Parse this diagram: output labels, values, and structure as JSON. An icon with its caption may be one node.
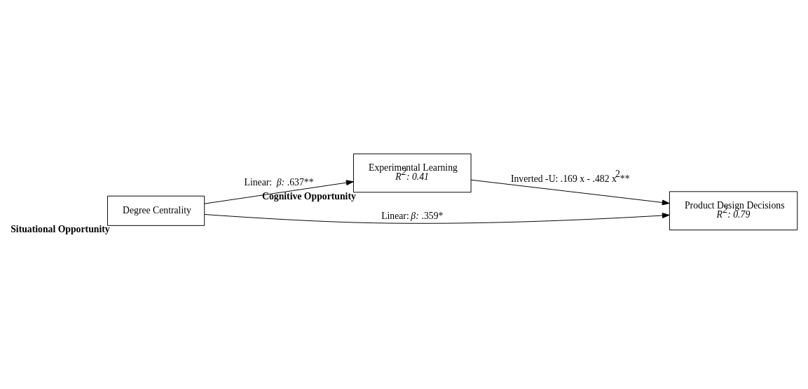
{
  "diagram": {
    "nodes": [
      {
        "text": [
          "Degree Centrality"
        ],
        "beside": [
          "Situational Opportunity"
        ]
      },
      {
        "text": [
          "Experimental Learning",
          "*R$^{2}$: 0.41*"
        ],
        "beside": [
          "Cognitive Opportunity"
        ]
      },
      {
        "text": [
          "Product Design Decisions",
          "*R$^{2}$: 0.79*"
        ]
      }
    ],
    "edges": [
      {
        "from": 0,
        "to": 1,
        "arrow": "to",
        "label": "Linear:  *β:* .637**"
      },
      {
        "from": 1,
        "to": 2,
        "arrow": "to",
        "label": "Inverted -U: .169 x - .482 x$^{2}$**"
      },
      {
        "from": 0,
        "to": 2,
        "arrow": "to",
        "label": "Linear: *β:* .359*"
      }
    ]
  }
}
